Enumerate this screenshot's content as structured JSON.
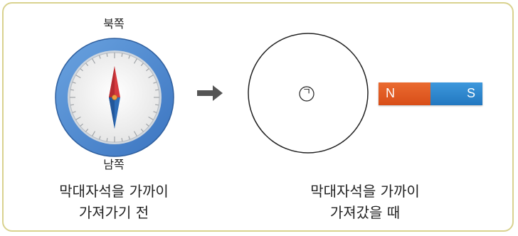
{
  "compass": {
    "north_label": "북쪽",
    "south_label": "남쪽",
    "ring_color": "#4b88d0",
    "needle_north_color": "#d63a3f",
    "needle_south_color": "#2e6db8"
  },
  "left_caption": {
    "line1": "막대자석을 가까이",
    "line2": "가져가기 전"
  },
  "right_caption": {
    "line1": "막대자석을 가까이",
    "line2": "가져갔을 때"
  },
  "circle_marker": "ㄱ",
  "magnet": {
    "north_label": "N",
    "south_label": "S",
    "north_color": "#e05a22",
    "south_color": "#2e88cf"
  },
  "arrow_icon": "right-arrow-icon"
}
